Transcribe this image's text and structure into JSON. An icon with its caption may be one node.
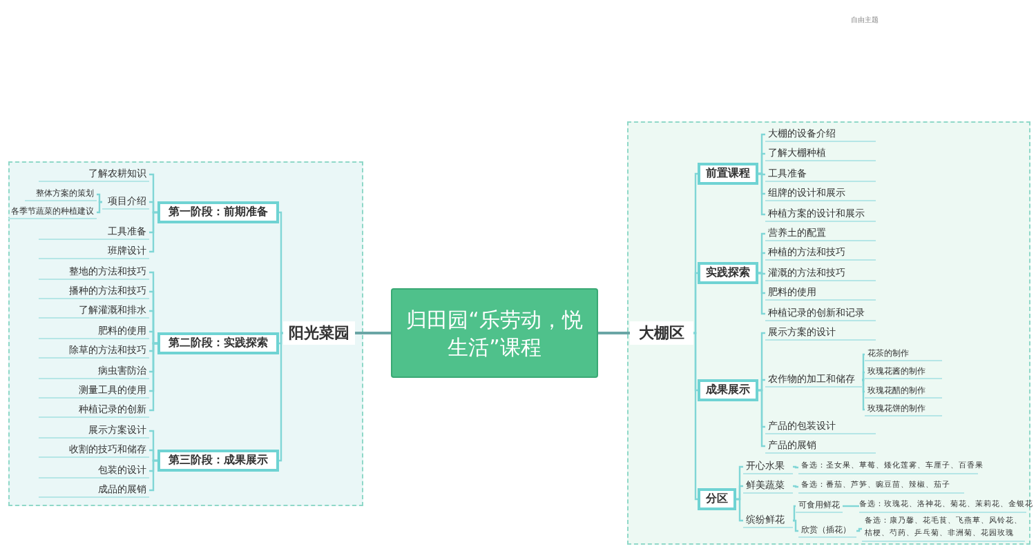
{
  "diagram": {
    "nodes": [
      {
        "text": [
          "归田园“乐劳动，悦生活”课程"
        ]
      },
      {
        "text": [
          "阳光菜园"
        ]
      },
      {
        "text": [
          "第一阶段：前期准备"
        ]
      },
      {
        "text": [
          "了解农耕知识"
        ]
      },
      {
        "text": [
          "项目介绍"
        ]
      },
      {
        "text": [
          "整体方案的策划"
        ]
      },
      {
        "text": [
          "各季节蔬菜的种植建议"
        ]
      },
      {
        "text": [
          "工具准备"
        ]
      },
      {
        "text": [
          "班牌设计"
        ]
      },
      {
        "text": [
          "第二阶段：实践探索"
        ]
      },
      {
        "text": [
          "整地的方法和技巧"
        ]
      },
      {
        "text": [
          "播种的方法和技巧"
        ]
      },
      {
        "text": [
          "了解灌溉和排水"
        ]
      },
      {
        "text": [
          "肥料的使用"
        ]
      },
      {
        "text": [
          "除草的方法和技巧"
        ]
      },
      {
        "text": [
          "病虫害防治"
        ]
      },
      {
        "text": [
          "测量工具的使用"
        ]
      },
      {
        "text": [
          "种植记录的创新"
        ]
      },
      {
        "text": [
          "第三阶段：成果展示"
        ]
      },
      {
        "text": [
          "展示方案设计"
        ]
      },
      {
        "text": [
          "收割的技巧和储存"
        ]
      },
      {
        "text": [
          "包装的设计"
        ]
      },
      {
        "text": [
          "成品的展销"
        ]
      },
      {
        "text": [
          "大棚区"
        ]
      },
      {
        "text": [
          "前置课程"
        ]
      },
      {
        "text": [
          "大棚的设备介绍"
        ]
      },
      {
        "text": [
          "了解大棚种植"
        ]
      },
      {
        "text": [
          "工具准备"
        ]
      },
      {
        "text": [
          "组牌的设计和展示"
        ]
      },
      {
        "text": [
          "种植方案的设计和展示"
        ]
      },
      {
        "text": [
          "实践探索"
        ]
      },
      {
        "text": [
          "营养土的配置"
        ]
      },
      {
        "text": [
          "种植的方法和技巧"
        ]
      },
      {
        "text": [
          "灌溉的方法和技巧"
        ]
      },
      {
        "text": [
          "肥料的使用"
        ]
      },
      {
        "text": [
          "种植记录的创新和记录"
        ]
      },
      {
        "text": [
          "成果展示"
        ]
      },
      {
        "text": [
          "展示方案的设计"
        ]
      },
      {
        "text": [
          "农作物的加工和储存"
        ]
      },
      {
        "text": [
          "花茶的制作"
        ]
      },
      {
        "text": [
          "玫瑰花酱的制作"
        ]
      },
      {
        "text": [
          "玫瑰花醋的制作"
        ]
      },
      {
        "text": [
          "玫瑰花饼的制作"
        ]
      },
      {
        "text": [
          "产品的包装设计"
        ]
      },
      {
        "text": [
          "产品的展销"
        ]
      },
      {
        "text": [
          "分区"
        ]
      },
      {
        "text": [
          "开心水果"
        ]
      },
      {
        "text": [
          "备选：圣女果、草莓、矮化莲雾、车厘子、百香果"
        ]
      },
      {
        "text": [
          "鲜美蔬菜"
        ]
      },
      {
        "text": [
          "备选：番茄、芦笋、豌豆苗、辣椒、茄子"
        ]
      },
      {
        "text": [
          "缤纷鲜花"
        ]
      },
      {
        "text": [
          "可食用鲜花"
        ]
      },
      {
        "text": [
          "备选：玫瑰花、洛神花、菊花、茉莉花、金银花"
        ]
      },
      {
        "text": [
          "欣赏（插花）"
        ]
      },
      {
        "text": [
          "备选：康乃馨、花毛茛、飞燕草、风铃花、桔梗、芍药、乒乓菊、非洲菊、花园玫瑰"
        ]
      }
    ],
    "edges": [
      {
        "from": 0,
        "to": 1,
        "arrow": "none"
      },
      {
        "from": 1,
        "to": 2,
        "arrow": "none"
      },
      {
        "from": 2,
        "to": 3,
        "arrow": "none"
      },
      {
        "from": 2,
        "to": 4,
        "arrow": "none"
      },
      {
        "from": 4,
        "to": 5,
        "arrow": "none"
      },
      {
        "from": 4,
        "to": 6,
        "arrow": "none"
      },
      {
        "from": 2,
        "to": 7,
        "arrow": "none"
      },
      {
        "from": 2,
        "to": 8,
        "arrow": "none"
      },
      {
        "from": 1,
        "to": 9,
        "arrow": "none"
      },
      {
        "from": 9,
        "to": 10,
        "arrow": "none"
      },
      {
        "from": 9,
        "to": 11,
        "arrow": "none"
      },
      {
        "from": 9,
        "to": 12,
        "arrow": "none"
      },
      {
        "from": 9,
        "to": 13,
        "arrow": "none"
      },
      {
        "from": 9,
        "to": 14,
        "arrow": "none"
      },
      {
        "from": 9,
        "to": 15,
        "arrow": "none"
      },
      {
        "from": 9,
        "to": 16,
        "arrow": "none"
      },
      {
        "from": 9,
        "to": 17,
        "arrow": "none"
      },
      {
        "from": 1,
        "to": 18,
        "arrow": "none"
      },
      {
        "from": 18,
        "to": 19,
        "arrow": "none"
      },
      {
        "from": 18,
        "to": 20,
        "arrow": "none"
      },
      {
        "from": 18,
        "to": 21,
        "arrow": "none"
      },
      {
        "from": 18,
        "to": 22,
        "arrow": "none"
      },
      {
        "from": 0,
        "to": 23,
        "arrow": "none"
      },
      {
        "from": 23,
        "to": 24,
        "arrow": "none"
      },
      {
        "from": 24,
        "to": 25,
        "arrow": "none"
      },
      {
        "from": 24,
        "to": 26,
        "arrow": "none"
      },
      {
        "from": 24,
        "to": 27,
        "arrow": "none"
      },
      {
        "from": 24,
        "to": 28,
        "arrow": "none"
      },
      {
        "from": 24,
        "to": 29,
        "arrow": "none"
      },
      {
        "from": 23,
        "to": 30,
        "arrow": "none"
      },
      {
        "from": 30,
        "to": 31,
        "arrow": "none"
      },
      {
        "from": 30,
        "to": 32,
        "arrow": "none"
      },
      {
        "from": 30,
        "to": 33,
        "arrow": "none"
      },
      {
        "from": 30,
        "to": 34,
        "arrow": "none"
      },
      {
        "from": 30,
        "to": 35,
        "arrow": "none"
      },
      {
        "from": 23,
        "to": 36,
        "arrow": "none"
      },
      {
        "from": 36,
        "to": 37,
        "arrow": "none"
      },
      {
        "from": 36,
        "to": 38,
        "arrow": "none"
      },
      {
        "from": 38,
        "to": 39,
        "arrow": "none"
      },
      {
        "from": 38,
        "to": 40,
        "arrow": "none"
      },
      {
        "from": 38,
        "to": 41,
        "arrow": "none"
      },
      {
        "from": 38,
        "to": 42,
        "arrow": "none"
      },
      {
        "from": 36,
        "to": 43,
        "arrow": "none"
      },
      {
        "from": 36,
        "to": 44,
        "arrow": "none"
      },
      {
        "from": 23,
        "to": 45,
        "arrow": "none"
      },
      {
        "from": 45,
        "to": 46,
        "arrow": "none"
      },
      {
        "from": 46,
        "to": 47,
        "arrow": "none"
      },
      {
        "from": 45,
        "to": 48,
        "arrow": "none"
      },
      {
        "from": 48,
        "to": 49,
        "arrow": "none"
      },
      {
        "from": 45,
        "to": 50,
        "arrow": "none"
      },
      {
        "from": 50,
        "to": 51,
        "arrow": "none"
      },
      {
        "from": 51,
        "to": 52,
        "arrow": "none"
      },
      {
        "from": 50,
        "to": 53,
        "arrow": "none"
      },
      {
        "from": 53,
        "to": 54,
        "arrow": "none"
      }
    ],
    "labels": [
      "自由主题"
    ]
  }
}
